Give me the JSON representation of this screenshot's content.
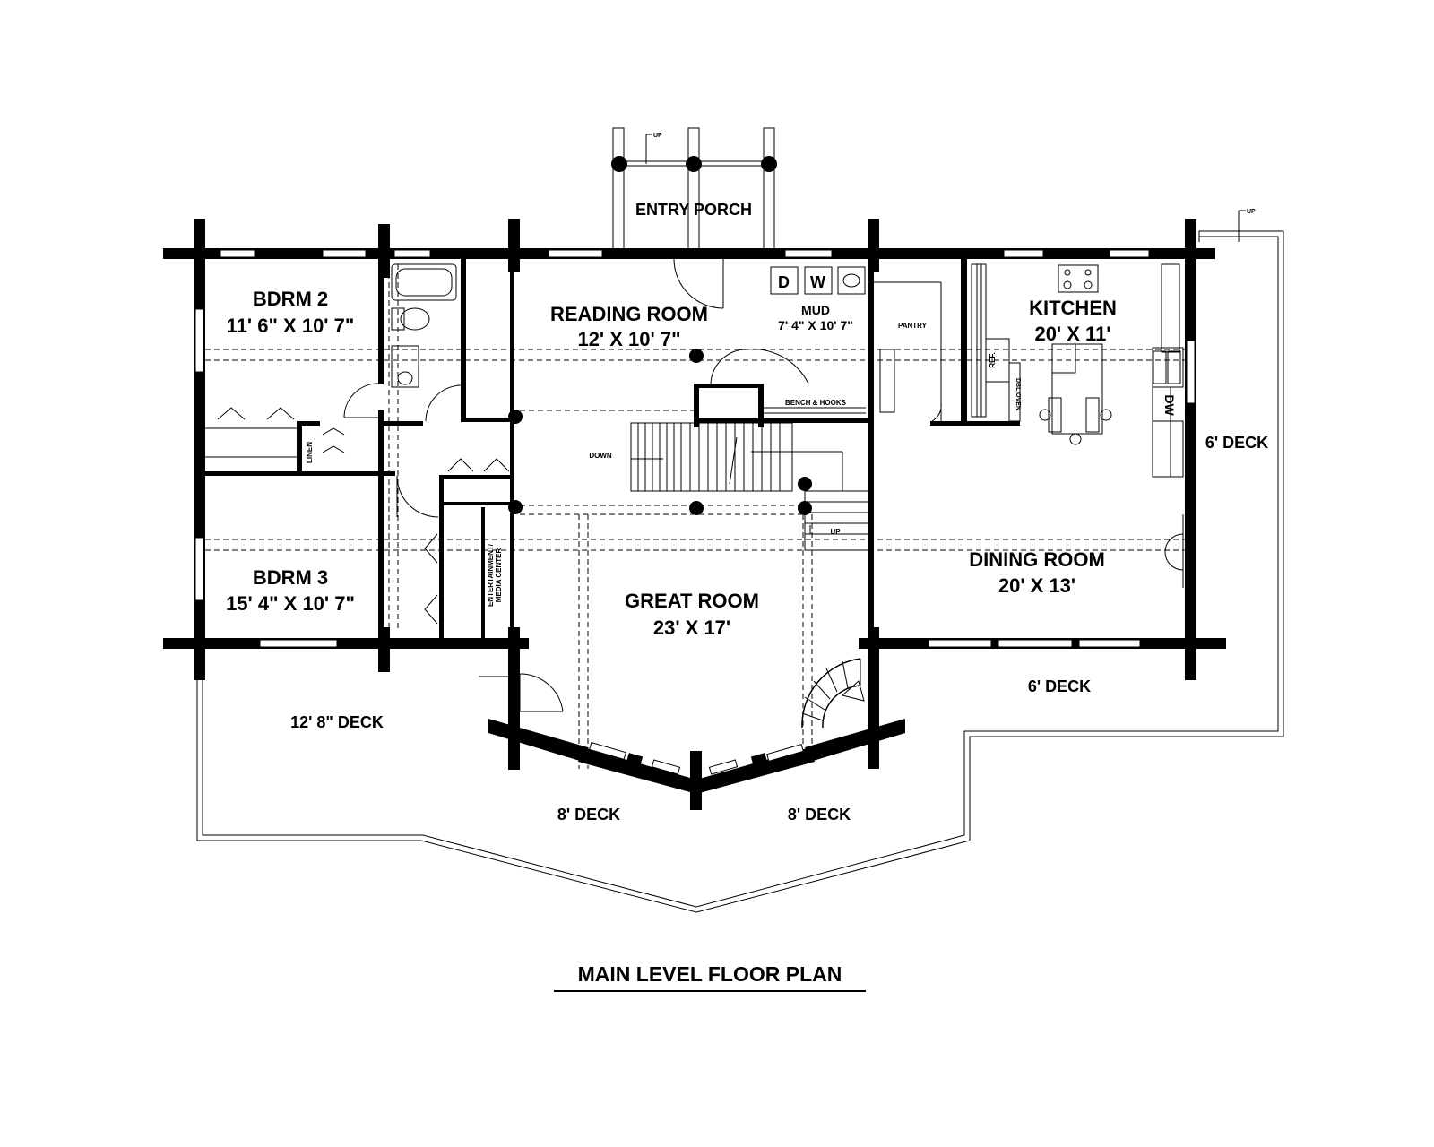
{
  "title": "MAIN LEVEL FLOOR PLAN",
  "rooms": {
    "bdrm2": {
      "name": "BDRM 2",
      "size": "11' 6\" X 10' 7\""
    },
    "bdrm3": {
      "name": "BDRM 3",
      "size": "15' 4\" X 10' 7\""
    },
    "reading": {
      "name": "READING ROOM",
      "size": "12' X 10' 7\""
    },
    "mud": {
      "name": "MUD",
      "size": "7' 4\" X 10' 7\""
    },
    "kitchen": {
      "name": "KITCHEN",
      "size": "20' X 11'"
    },
    "dining": {
      "name": "DINING ROOM",
      "size": "20' X 13'"
    },
    "great": {
      "name": "GREAT ROOM",
      "size": "23' X 17'"
    }
  },
  "decks": {
    "entry_porch": "ENTRY PORCH",
    "deck_right_upper": "6' DECK",
    "deck_right_lower": "6' DECK",
    "deck_left": "12' 8\" DECK",
    "deck_bottom_left": "8' DECK",
    "deck_bottom_right": "8' DECK"
  },
  "fixtures": {
    "pantry": "PANTRY",
    "bench_hooks": "BENCH & HOOKS",
    "linen": "LINEN",
    "entertainment_line1": "ENTERTAINMENT/",
    "entertainment_line2": "MEDIA CENTER",
    "dryer": "D",
    "washer": "W",
    "ref": "REF.",
    "dw": "DW",
    "wall_oven": "DBL OVEN",
    "down": "DOWN",
    "up_stair": "UP",
    "up_porch": "UP",
    "up_deck": "UP"
  }
}
